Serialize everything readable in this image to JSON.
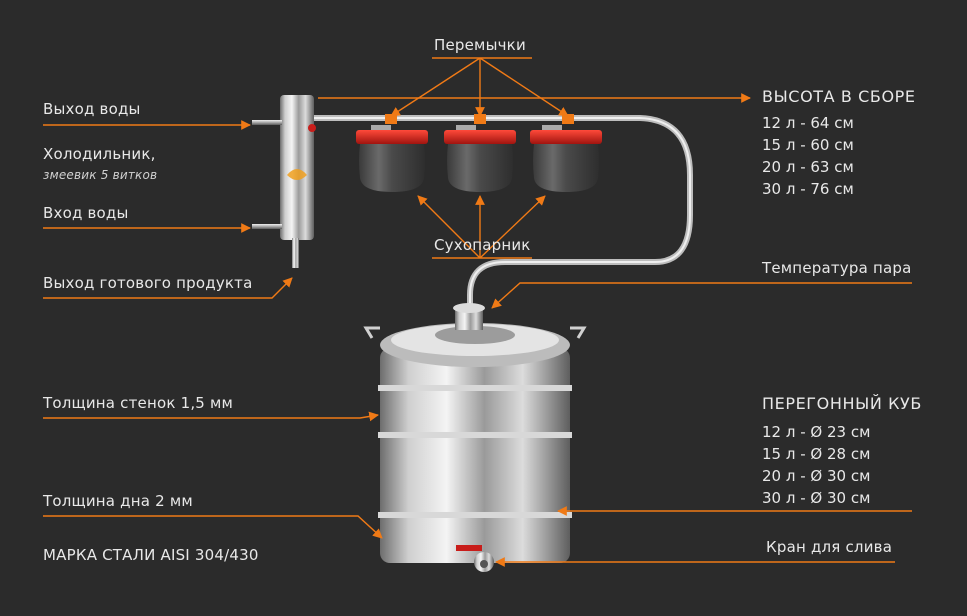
{
  "colors": {
    "background": "#2b2b2b",
    "accent": "#f07a16",
    "text": "#e8e8e8",
    "lid": "#d9231f"
  },
  "labels": {
    "water_out": "Выход воды",
    "condenser": "Холодильник,",
    "condenser_sub": "змеевик 5 витков",
    "water_in": "Вход воды",
    "product_out": "Выход готового продукта",
    "wall_thickness": "Толщина стенок 1,5 мм",
    "bottom_thickness": "Толщина дна 2 мм",
    "steel_grade": "МАРКА СТАЛИ AISI 304/430",
    "bridges": "Перемычки",
    "dry_steamers": "Сухопарник",
    "steam_temperature": "Температура пара",
    "drain_tap": "Кран для слива"
  },
  "height": {
    "title": "ВЫСОТА В СБОРЕ",
    "items": [
      "12 л - 64 см",
      "15 л - 60 см",
      "20 л - 63 см",
      "30 л - 76 см"
    ]
  },
  "cube": {
    "title": "ПЕРЕГОННЫЙ КУБ",
    "items": [
      "12 л - Ø 23 см",
      "15 л - Ø 28 см",
      "20 л - Ø 30 см",
      "30 л - Ø 30 см"
    ]
  }
}
